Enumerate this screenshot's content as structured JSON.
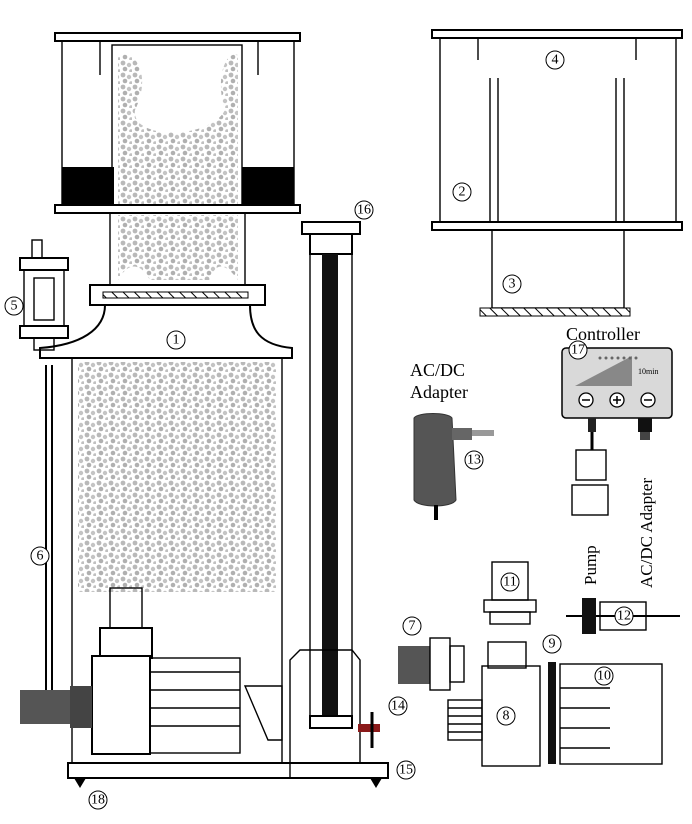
{
  "labels": {
    "controller": "Controller",
    "adapter_line1": "AC/DC",
    "adapter_line2": "Adapter",
    "pump": "Pump",
    "adapter_vertical": "AC/DC Adapter",
    "timer": "10min"
  },
  "callouts": [
    "1",
    "2",
    "3",
    "4",
    "5",
    "6",
    "7",
    "8",
    "9",
    "10",
    "11",
    "12",
    "13",
    "14",
    "15",
    "16",
    "17",
    "18"
  ],
  "colors": {
    "line": "#000000",
    "foam": "#b8b8b8",
    "controller_face": "#d9d9d9",
    "adapter_body": "#555555",
    "valve": "#8b1a1a"
  }
}
